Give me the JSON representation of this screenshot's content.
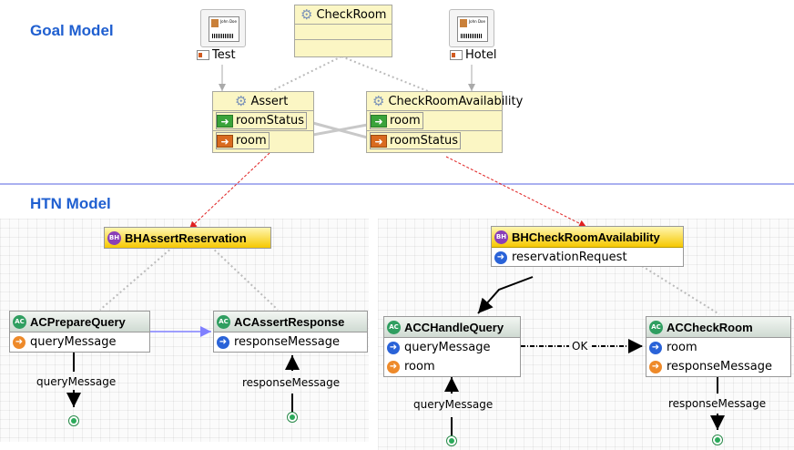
{
  "goal_model": {
    "title": "Goal Model",
    "actors": [
      {
        "label": "Test",
        "card_text": "John Doe"
      },
      {
        "label": "Hotel",
        "card_text": "John Doe"
      }
    ],
    "check_room": {
      "label": "CheckRoom"
    },
    "assert": {
      "label": "Assert",
      "rows": [
        "roomStatus",
        "room"
      ]
    },
    "check_availability": {
      "label": "CheckRoomAvailability",
      "rows": [
        "room",
        "roomStatus"
      ]
    }
  },
  "htn_model": {
    "title": "HTN Model",
    "bh_assert": {
      "badge": "BH",
      "label": "BHAssertReservation"
    },
    "bh_check": {
      "badge": "BH",
      "label": "BHCheckRoomAvailability",
      "rows": [
        "reservationRequest"
      ]
    },
    "ac_prepare": {
      "badge": "AC",
      "label": "ACPrepareQuery",
      "rows": [
        "queryMessage"
      ]
    },
    "ac_assert": {
      "badge": "AC",
      "label": "ACAssertResponse",
      "rows": [
        "responseMessage"
      ]
    },
    "ac_handle": {
      "badge": "AC",
      "label": "ACCHandleQuery",
      "rows": [
        "queryMessage",
        "room"
      ]
    },
    "ac_checkroom": {
      "badge": "AC",
      "label": "ACCheckRoom",
      "rows": [
        "room",
        "responseMessage"
      ]
    },
    "ok_label": "OK",
    "messages": {
      "prepare_out": "queryMessage",
      "assert_in": "responseMessage",
      "handle_in": "queryMessage",
      "checkroom_out": "responseMessage"
    }
  },
  "colors": {
    "section_title": "#1f5fd0",
    "divider": "#aab0f0",
    "goal_fill": "#fbf6c4",
    "bh_header": "#f6c800",
    "mapping_arrow": "#e02020"
  }
}
